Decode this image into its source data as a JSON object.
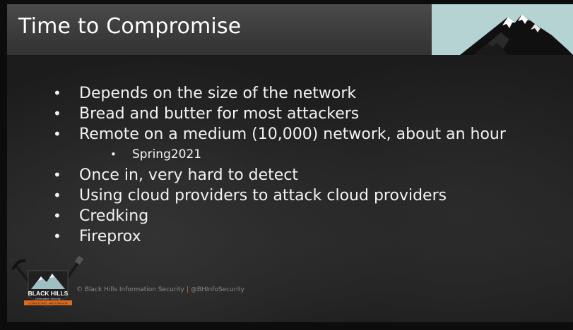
{
  "slide": {
    "title": "Time to Compromise",
    "bullets": [
      {
        "text": "Depends on the size of the network",
        "level": 1
      },
      {
        "text": "Bread and butter for most attackers",
        "level": 1
      },
      {
        "text": "Remote on a medium (10,000) network, about an hour",
        "level": 1
      },
      {
        "text": "Spring2021",
        "level": 2
      },
      {
        "text": "Once in, very hard to detect",
        "level": 1
      },
      {
        "text": "Using cloud providers to attack cloud providers",
        "level": 1
      },
      {
        "text": "Credking",
        "level": 1
      },
      {
        "text": "Fireprox",
        "level": 1
      }
    ],
    "bullet_char": "•"
  },
  "footer": {
    "copyright": "© Black Hills Information Security",
    "separator": "|",
    "handle": "@BHInfoSecurity"
  },
  "logo": {
    "line1": "BLACK HILLS",
    "line2": "Information Security",
    "ribbon": "CONSULTING · ANTI-SIPHON"
  },
  "colors": {
    "title_text": "#ffffff",
    "body_text": "#f2f2f2",
    "mountain_bg": "#b5d3d2",
    "accent_orange": "#e06a1c"
  }
}
